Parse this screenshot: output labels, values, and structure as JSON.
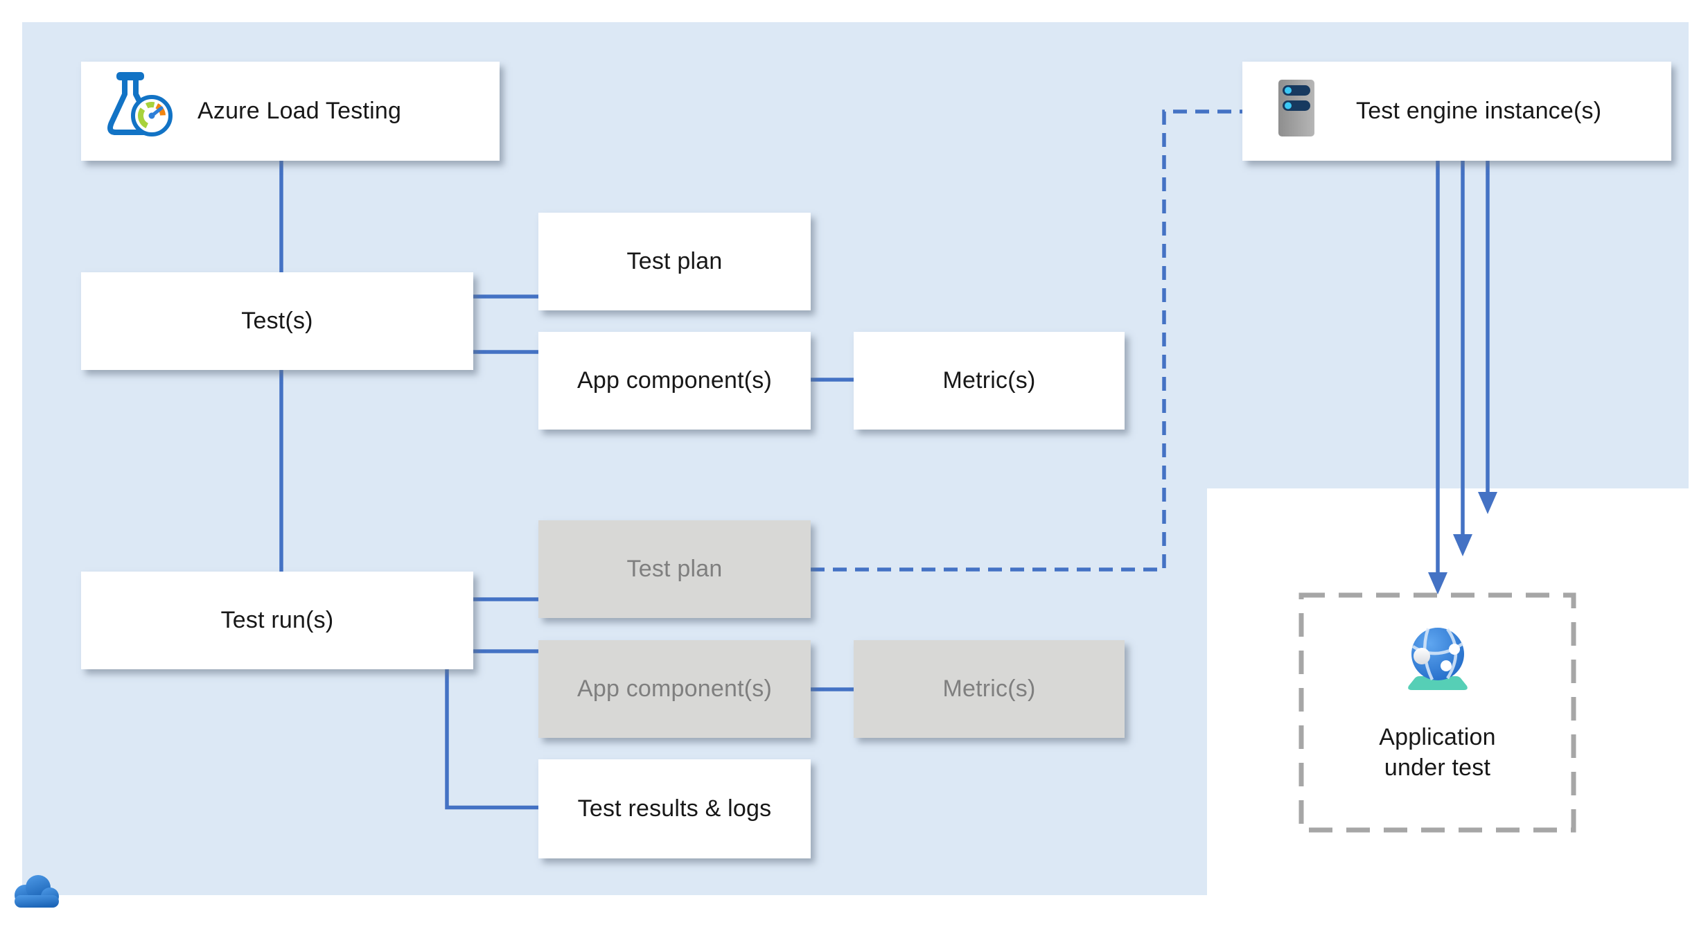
{
  "palette": {
    "page_background": "#FFFFFF",
    "cloud_region_fill": "#DCE8F5",
    "connector_blue": "#4472C4",
    "box_white": "#FFFFFF",
    "box_gray": "#D8D8D6",
    "label_dark": "#171717",
    "label_gray": "#7F7F7F",
    "dashed_box_gray": "#A6A6A6"
  },
  "icons": {
    "azure_load_testing": "load-testing-flask-gauge-icon",
    "test_engine": "server-vm-icon",
    "app_under_test": "web-app-globe-icon",
    "corner": "azure-cloud-icon"
  },
  "nodes": {
    "azure_load_testing": {
      "label": "Azure Load Testing"
    },
    "tests": {
      "label": "Test(s)"
    },
    "test_plan": {
      "label": "Test plan"
    },
    "app_components": {
      "label": "App component(s)"
    },
    "metrics": {
      "label": "Metric(s)"
    },
    "test_runs": {
      "label": "Test run(s)"
    },
    "run_test_plan": {
      "label": "Test plan"
    },
    "run_app_components": {
      "label": "App component(s)"
    },
    "run_metrics": {
      "label": "Metric(s)"
    },
    "test_results": {
      "label": "Test results & logs"
    },
    "test_engine": {
      "label": "Test engine instance(s)"
    },
    "app_under_test": {
      "label": "Application\nunder test"
    }
  }
}
